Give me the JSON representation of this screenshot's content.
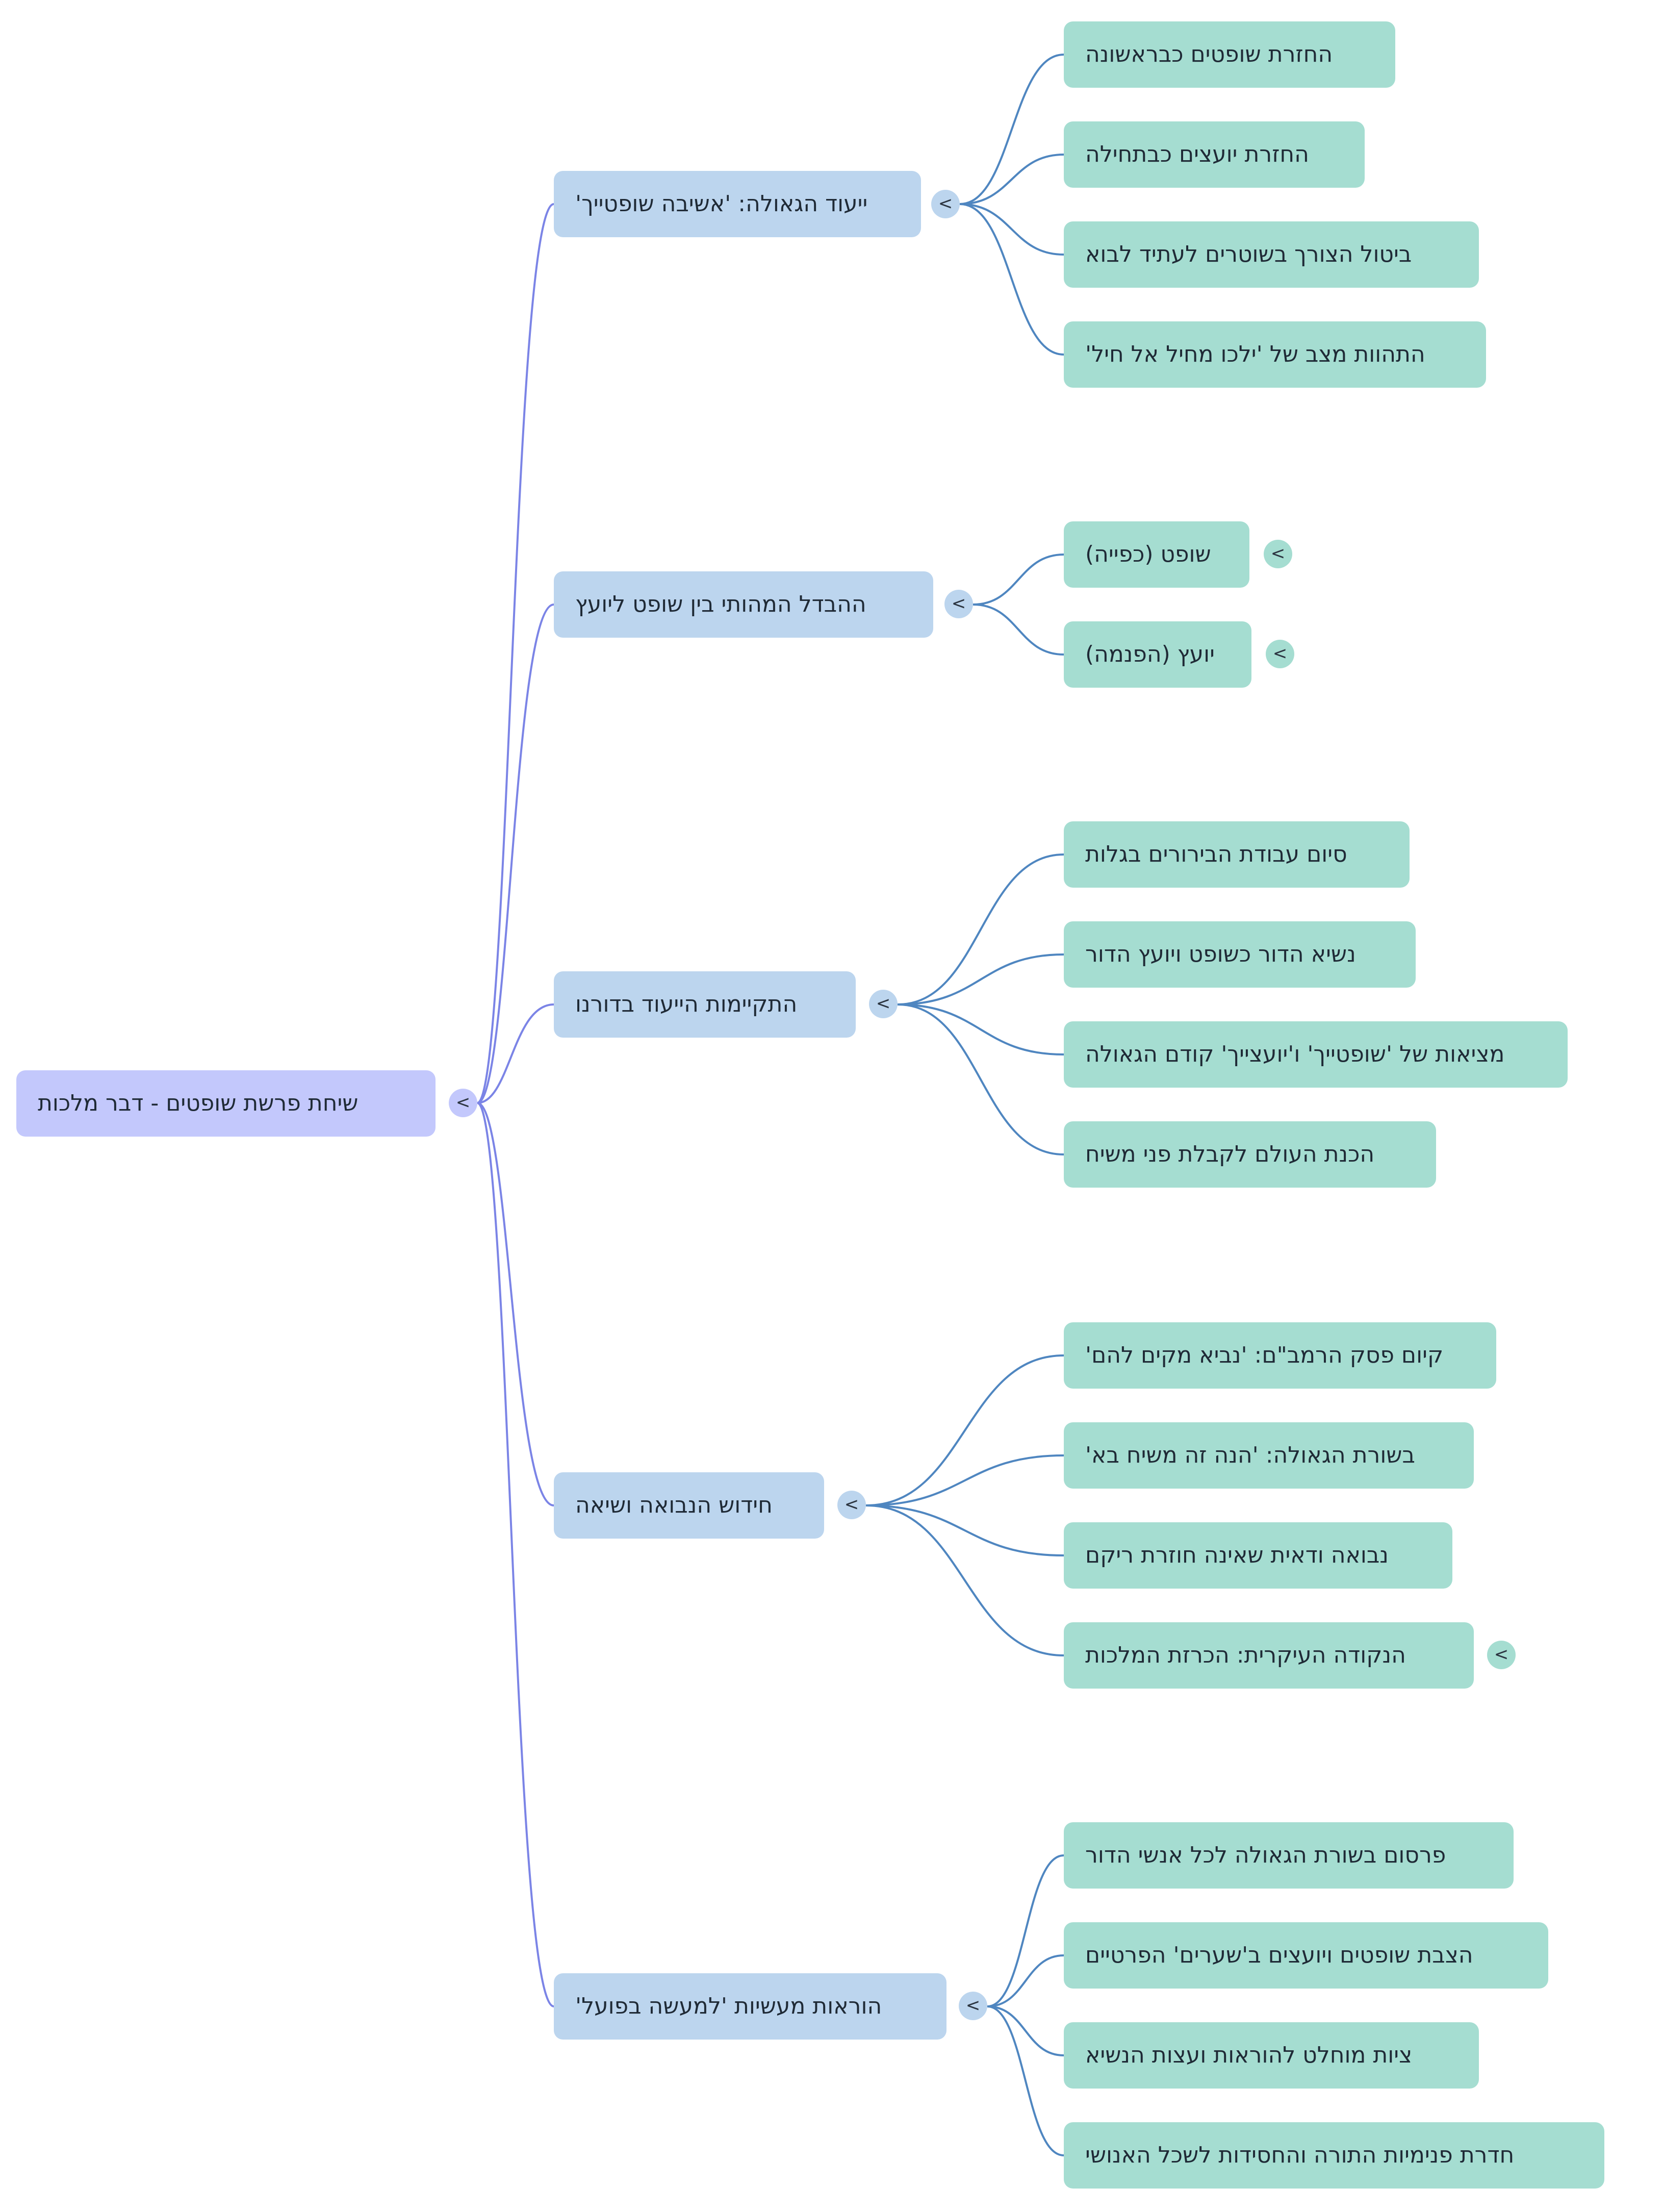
{
  "mindmap": {
    "root": {
      "label": "שיחת פרשת שופטים - דבר מלכות",
      "toggle": "<"
    },
    "branches": [
      {
        "label": "ייעוד הגאולה: 'אשיבה שופטייך'",
        "toggle": "<",
        "children": [
          {
            "label": "החזרת שופטים כבראשונה"
          },
          {
            "label": "החזרת יועצים כבתחילה"
          },
          {
            "label": "ביטול הצורך בשוטרים לעתיד לבוא"
          },
          {
            "label": "התהוות מצב של 'ילכו מחיל אל חיל'"
          }
        ]
      },
      {
        "label": "ההבדל המהותי בין שופט ליועץ",
        "toggle": "<",
        "children": [
          {
            "label": "שופט (כפייה)",
            "toggle": "<"
          },
          {
            "label": "יועץ (הפנמה)",
            "toggle": "<"
          }
        ]
      },
      {
        "label": "התקיימות הייעוד בדורנו",
        "toggle": "<",
        "children": [
          {
            "label": "סיום עבודת הבירורים בגלות"
          },
          {
            "label": "נשיא הדור כשופט ויועץ הדור"
          },
          {
            "label": "מציאות של 'שופטייך' ו'יועצייך' קודם הגאולה"
          },
          {
            "label": "הכנת העולם לקבלת פני משיח"
          }
        ]
      },
      {
        "label": "חידוש הנבואה ושיאה",
        "toggle": "<",
        "children": [
          {
            "label": "קיום פסק הרמב\"ם: 'נביא מקים להם'"
          },
          {
            "label": "בשורת הגאולה: 'הנה זה משיח בא'"
          },
          {
            "label": "נבואה ודאית שאינה חוזרת ריקם"
          },
          {
            "label": "הנקודה העיקרית: הכרזת המלכות",
            "toggle": "<"
          }
        ]
      },
      {
        "label": "הוראות מעשיות 'למעשה בפועל'",
        "toggle": "<",
        "children": [
          {
            "label": "פרסום בשורת הגאולה לכל אנשי הדור"
          },
          {
            "label": "הצבת שופטים ויועצים ב'שערים' הפרטיים"
          },
          {
            "label": "ציות מוחלט להוראות ועצות הנשיא"
          },
          {
            "label": "חדרת פנימיות התורה והחסידות לשכל האנושי"
          }
        ]
      }
    ],
    "colors": {
      "root_fill": "#c3c8fc",
      "branch_fill": "#bcd5ee",
      "leaf_fill": "#a5ddd1",
      "root_edge": "#7b84e6",
      "branch_edge": "#4f86c0",
      "text": "#1f2a36"
    }
  }
}
